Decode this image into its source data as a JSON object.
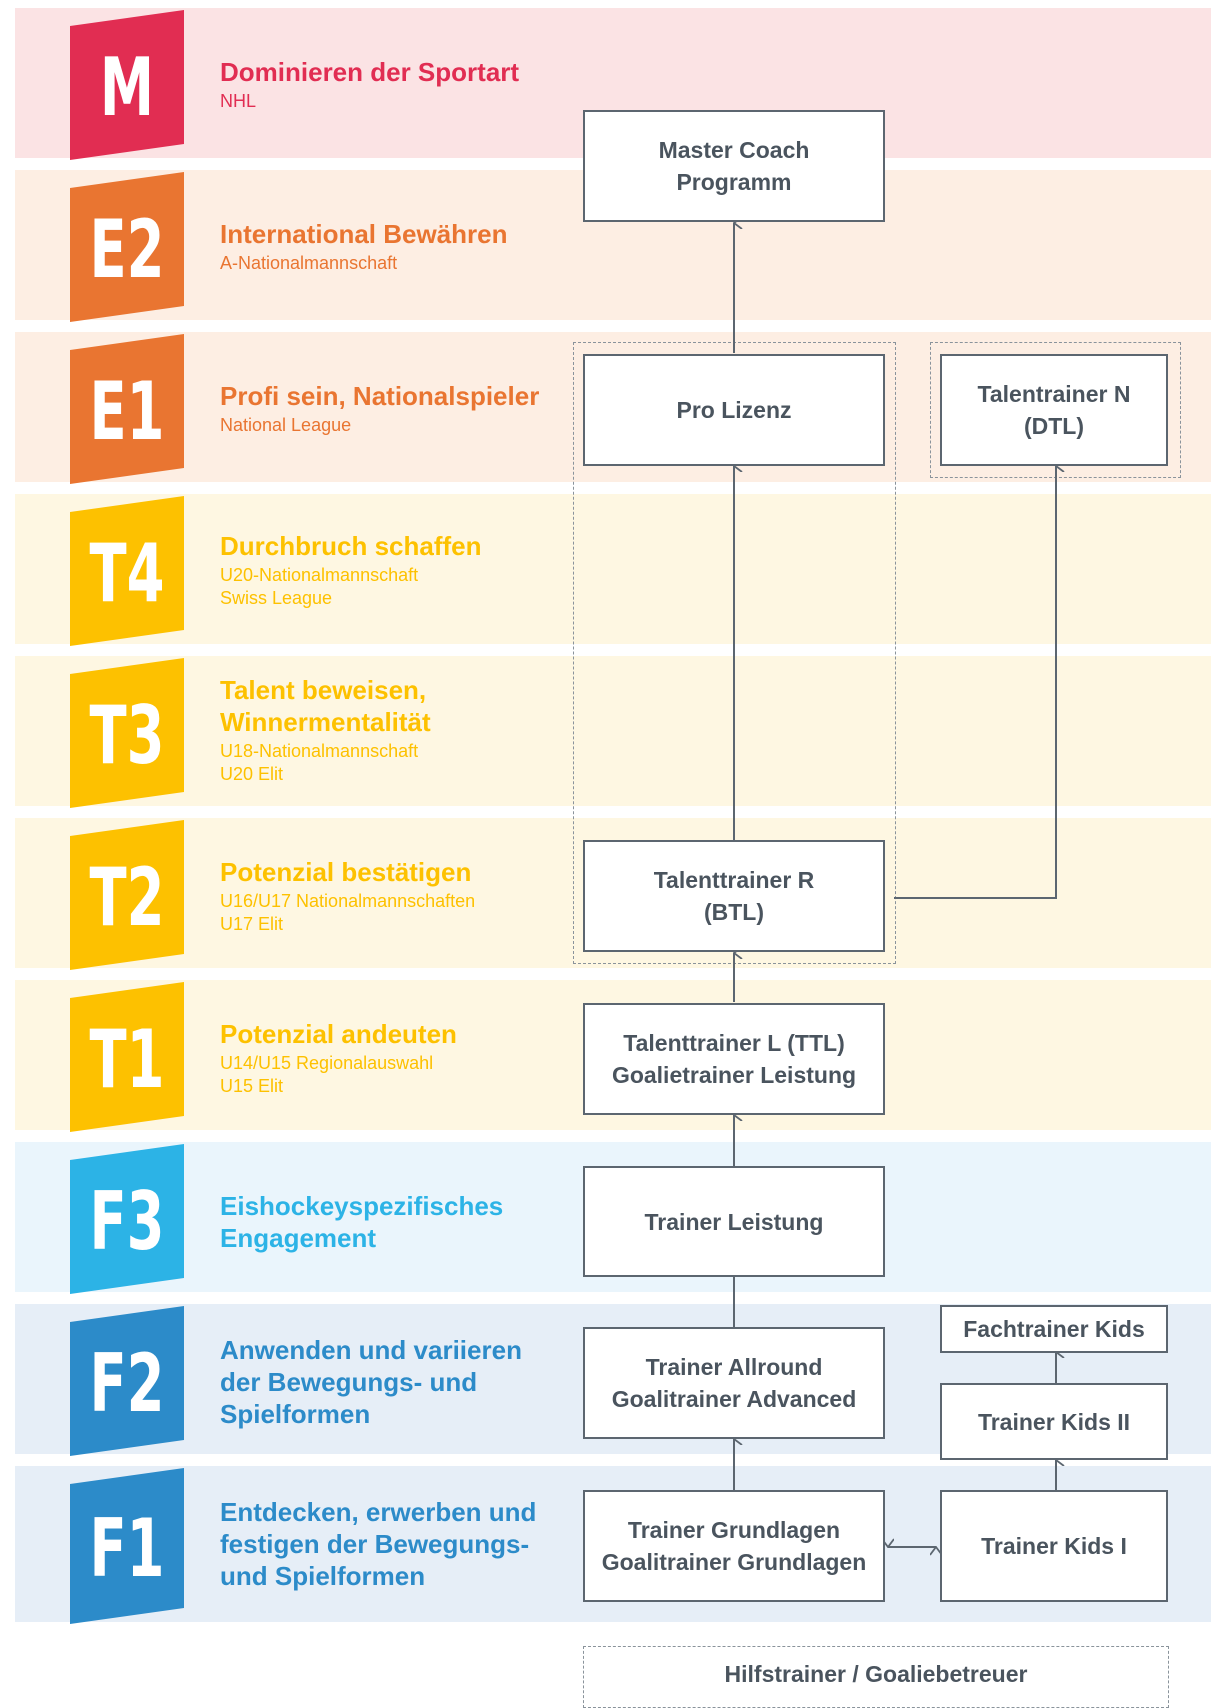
{
  "colors": {
    "magenta": "#e12d52",
    "orange": "#e97531",
    "yellow": "#fdc100",
    "light_blue": "#2cb3e6",
    "blue": "#2c8bc9",
    "box_border": "#5c6670",
    "box_text": "#4a545e"
  },
  "levels": [
    {
      "code": "M",
      "title": "Dominieren der Sportart",
      "subtitle": [
        "NHL"
      ],
      "color": "#e12d52",
      "band_color": "#fbe3e4"
    },
    {
      "code": "E2",
      "title": "International Bewähren",
      "subtitle": [
        "A-Nationalmannschaft"
      ],
      "color": "#e97531",
      "band_color": "#fdeee3"
    },
    {
      "code": "E1",
      "title": "Profi sein, Nationalspieler",
      "subtitle": [
        "National League"
      ],
      "color": "#e97531",
      "band_color": "#fdeee3"
    },
    {
      "code": "T4",
      "title": "Durchbruch schaffen",
      "subtitle": [
        "U20-Nationalmannschaft",
        "Swiss League"
      ],
      "color": "#fdc100",
      "band_color": "#fef7e2"
    },
    {
      "code": "T3",
      "title": "Talent beweisen, Winnermentalität",
      "subtitle": [
        "U18-Nationalmannschaft",
        "U20 Elit"
      ],
      "color": "#fdc100",
      "band_color": "#fef7e2"
    },
    {
      "code": "T2",
      "title": "Potenzial bestätigen",
      "subtitle": [
        "U16/U17 Nationalmannschaften",
        "U17 Elit"
      ],
      "color": "#fdc100",
      "band_color": "#fef7e2"
    },
    {
      "code": "T1",
      "title": "Potenzial andeuten",
      "subtitle": [
        "U14/U15 Regionalauswahl",
        "U15 Elit"
      ],
      "color": "#fdc100",
      "band_color": "#fef7e2"
    },
    {
      "code": "F3",
      "title": "Eishockeyspezifisches Engagement",
      "subtitle": [],
      "color": "#2cb3e6",
      "band_color": "#eaf5fc"
    },
    {
      "code": "F2",
      "title": "Anwenden und variieren der Bewegungs- und Spielformen",
      "subtitle": [],
      "color": "#2c8bc9",
      "band_color": "#e6eef7"
    },
    {
      "code": "F1",
      "title": "Entdecken, erwerben und festigen der Bewegungs- und Spielformen",
      "subtitle": [],
      "color": "#2c8bc9",
      "band_color": "#e6eef7"
    }
  ],
  "boxes": {
    "master_coach": "Master Coach Programm",
    "pro_lizenz": "Pro Lizenz",
    "talenttrainer_n": "Talentrainer N (DTL)",
    "talenttrainer_r": "Talenttrainer R (BTL)",
    "talenttrainer_l": "Talenttrainer L (TTL) Goalietrainer Leistung",
    "trainer_leistung": "Trainer Leistung",
    "trainer_allround": "Trainer Allround Goalitrainer Advanced",
    "trainer_grundlagen": "Trainer Grundlagen Goalitrainer Grundlagen",
    "fachtrainer_kids": "Fachtrainer Kids",
    "trainer_kids_2": "Trainer Kids II",
    "trainer_kids_1": "Trainer Kids I",
    "hilfstrainer": "Hilfstrainer / Goaliebetreuer"
  }
}
